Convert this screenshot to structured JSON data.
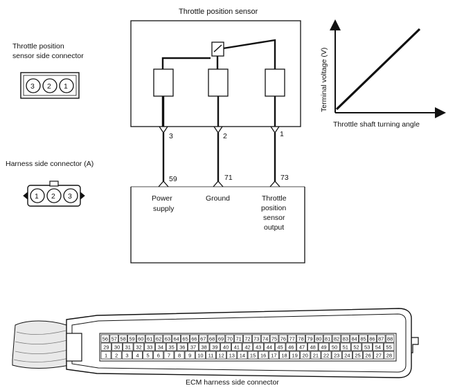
{
  "sensor_title": "Throttle position sensor",
  "sensor_connector": {
    "label_line1": "Throttle position",
    "label_line2": "sensor side connector",
    "pins": [
      "3",
      "2",
      "1"
    ]
  },
  "harness_connector": {
    "label": "Harness side connector (A)",
    "pins": [
      "1",
      "2",
      "3"
    ]
  },
  "wires": [
    {
      "sensor_pin": "3",
      "ecm_pin": "59",
      "function_lines": [
        "Power",
        "supply"
      ]
    },
    {
      "sensor_pin": "2",
      "ecm_pin": "71",
      "function_lines": [
        "Ground"
      ]
    },
    {
      "sensor_pin": "1",
      "ecm_pin": "73",
      "function_lines": [
        "Throttle",
        "position",
        "sensor",
        "output"
      ]
    }
  ],
  "graph": {
    "ylabel": "Terminal voltage (V)",
    "xlabel": "Throttle shaft turning angle"
  },
  "ecm": {
    "label": "ECM harness side connector",
    "rows": [
      [
        "56",
        "57",
        "58",
        "59",
        "60",
        "61",
        "62",
        "63",
        "64",
        "65",
        "66",
        "67",
        "68",
        "69",
        "70",
        "71",
        "72",
        "73",
        "74",
        "75",
        "76",
        "77",
        "78",
        "79",
        "80",
        "81",
        "82",
        "83",
        "84",
        "85",
        "86",
        "87",
        "88"
      ],
      [
        "29",
        "30",
        "31",
        "32",
        "33",
        "34",
        "35",
        "36",
        "37",
        "38",
        "39",
        "40",
        "41",
        "42",
        "43",
        "44",
        "45",
        "46",
        "47",
        "48",
        "49",
        "50",
        "51",
        "52",
        "53",
        "54",
        "55"
      ],
      [
        "1",
        "2",
        "3",
        "4",
        "5",
        "6",
        "7",
        "8",
        "9",
        "10",
        "11",
        "12",
        "13",
        "14",
        "15",
        "16",
        "17",
        "18",
        "19",
        "20",
        "21",
        "22",
        "23",
        "24",
        "25",
        "26",
        "27",
        "28"
      ]
    ]
  }
}
